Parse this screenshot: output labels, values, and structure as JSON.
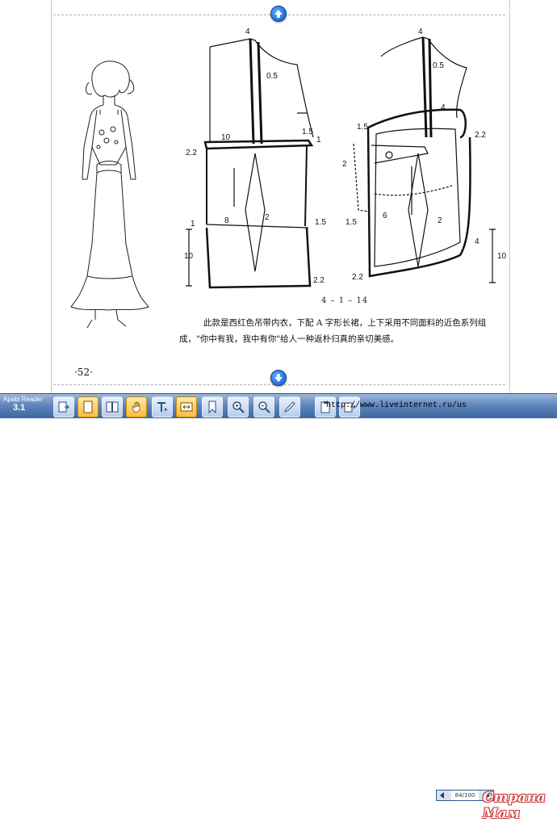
{
  "app": {
    "name": "Apabi Reader",
    "version": "3.1"
  },
  "page": {
    "figure_number": "4 – 1 – 14",
    "caption": "此款是西红色吊带内衣，下配 A 字形长裙，上下采用不同面料的近色系列组成，\"你中有我，我中有你\"给人一种返朴归真的亲切美感。",
    "page_number": "·52·"
  },
  "pattern_labels": {
    "left": {
      "top": "4",
      "dart": "0.5",
      "side_top": "1.5",
      "side_arrow": "1",
      "band": "10",
      "hem_corner": "2.2",
      "side_left": "1",
      "dart_bottom": "8",
      "dart_right": "2",
      "side_right": "1.5",
      "length": "10",
      "bottom_right": "2.2"
    },
    "right": {
      "top": "4",
      "dart": "0.5",
      "curve": "4",
      "side_top": "1.5",
      "side_right": "2.2",
      "pocket": "2",
      "inner": "6",
      "lower_left": "1.5",
      "dart_right": "2",
      "side_bottom": "4",
      "length": "10",
      "bottom_left": "2.2"
    }
  },
  "toolbar": {
    "url": "http://www.liveinternet.ru/us",
    "page_indicator": "84/100",
    "watermark": "Страна Мам"
  },
  "icons": {
    "scroll_up": "arrow-up-icon",
    "scroll_down": "arrow-down-icon",
    "buttons": [
      "thumbnail-icon",
      "single-page-icon",
      "two-page-icon",
      "hand-icon",
      "text-select-icon",
      "fit-page-icon",
      "bookmark-icon",
      "zoom-in-icon",
      "zoom-out-icon",
      "pen-icon",
      "clipboard-icon",
      "export-icon"
    ]
  },
  "colors": {
    "toolbar_top": "#9db8da",
    "toolbar_bottom": "#3d679f",
    "active_button": "#f7bf3c",
    "scroll_arrow": "#0b57c9"
  }
}
